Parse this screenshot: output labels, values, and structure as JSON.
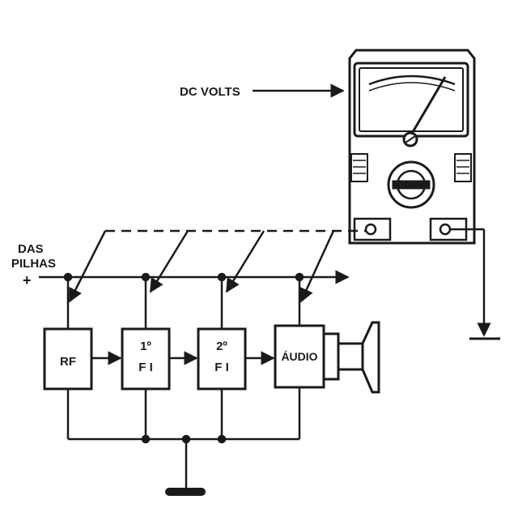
{
  "labels": {
    "dc_volts": "DC VOLTS",
    "das": "DAS",
    "pilhas": "PILHAS",
    "plus": "+"
  },
  "blocks": {
    "rf": "RF",
    "fi1_top": "1º",
    "fi1_bottom": "F I",
    "fi2_top": "2º",
    "fi2_bottom": "F I",
    "audio": "ÁUDIO"
  },
  "colors": {
    "ink": "#1a1a1a",
    "paper": "#ffffff"
  },
  "icons": {
    "meter": "multimeter-icon",
    "speaker": "loudspeaker-icon",
    "ground": "ground-icon"
  }
}
